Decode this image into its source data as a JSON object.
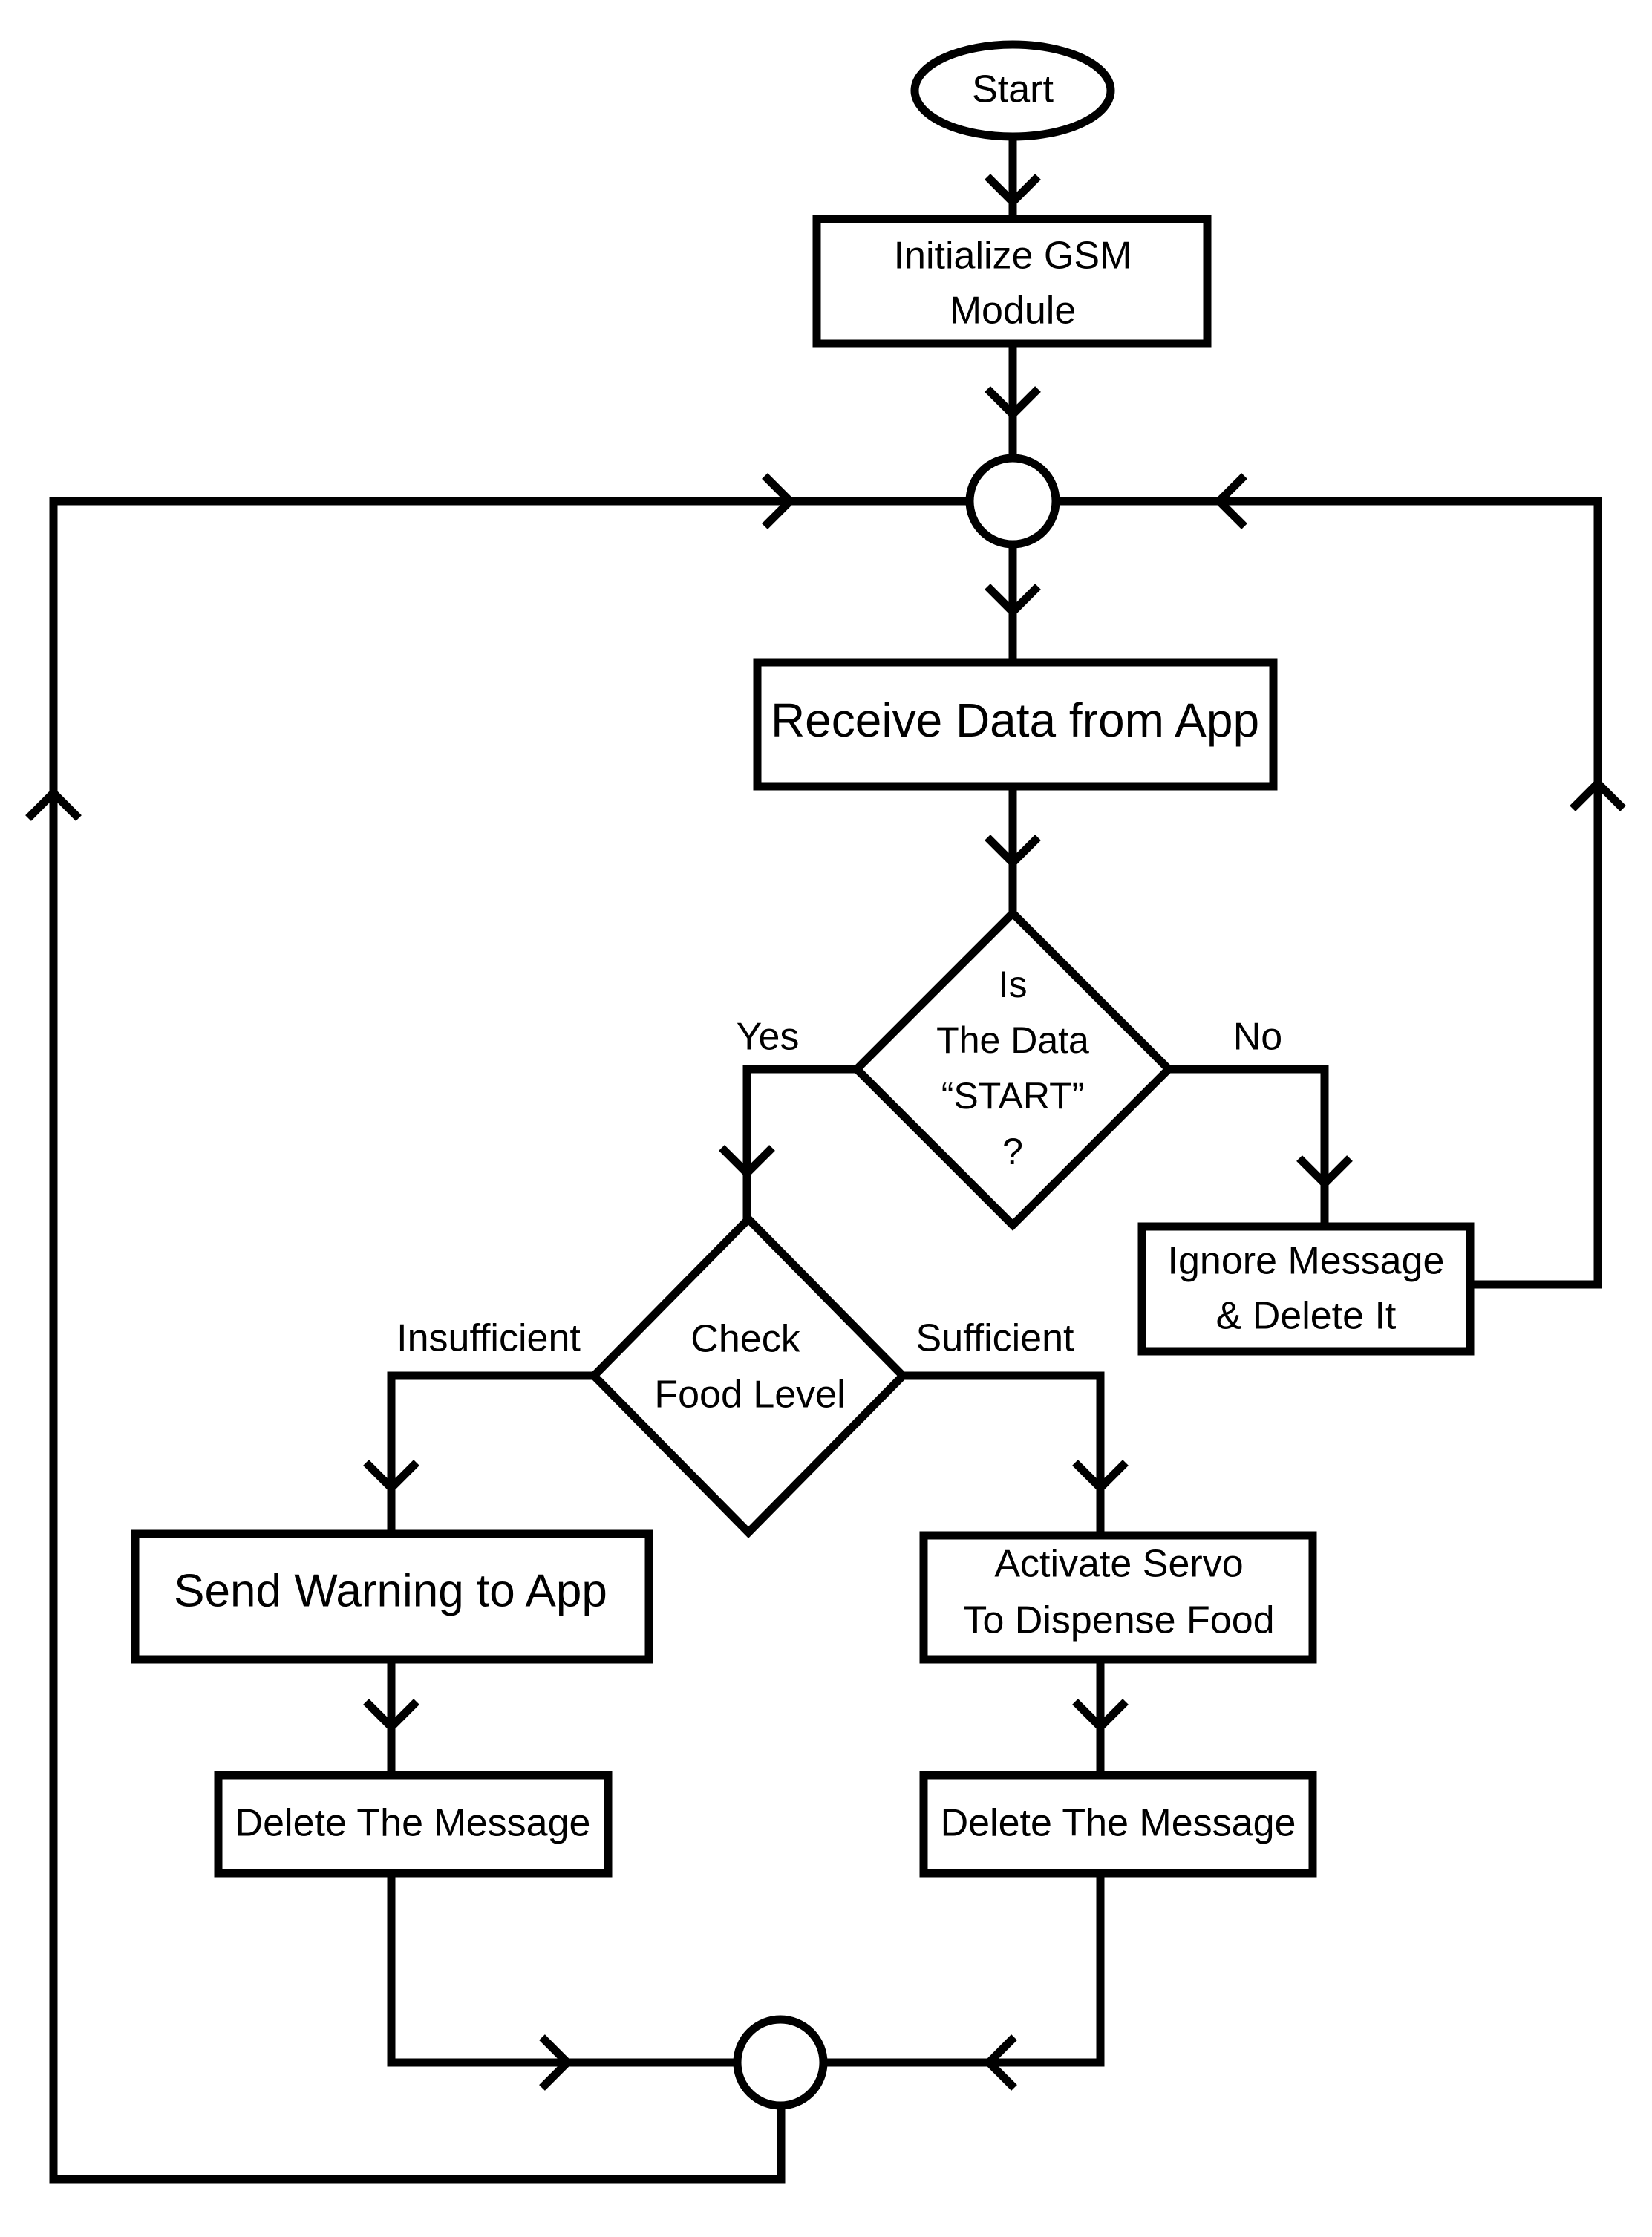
{
  "nodes": {
    "start": "Start",
    "init_gsm": [
      "Initialize GSM",
      "Module"
    ],
    "receive_data": "Receive Data from App",
    "is_start": [
      "Is",
      "The Data",
      "“START”",
      "?"
    ],
    "ignore_delete": [
      "Ignore Message",
      "& Delete It"
    ],
    "check_food": [
      "Check",
      "Food Level"
    ],
    "send_warning": "Send Warning to App",
    "activate_servo": [
      "Activate Servo",
      "To Dispense Food"
    ],
    "delete_left": "Delete The Message",
    "delete_right": "Delete The Message"
  },
  "edge_labels": {
    "yes": "Yes",
    "no": "No",
    "insufficient": "Insufficient",
    "sufficient": "Sufficient"
  },
  "colors": {
    "stroke": "#000000",
    "fill": "#ffffff",
    "text": "#000000"
  }
}
